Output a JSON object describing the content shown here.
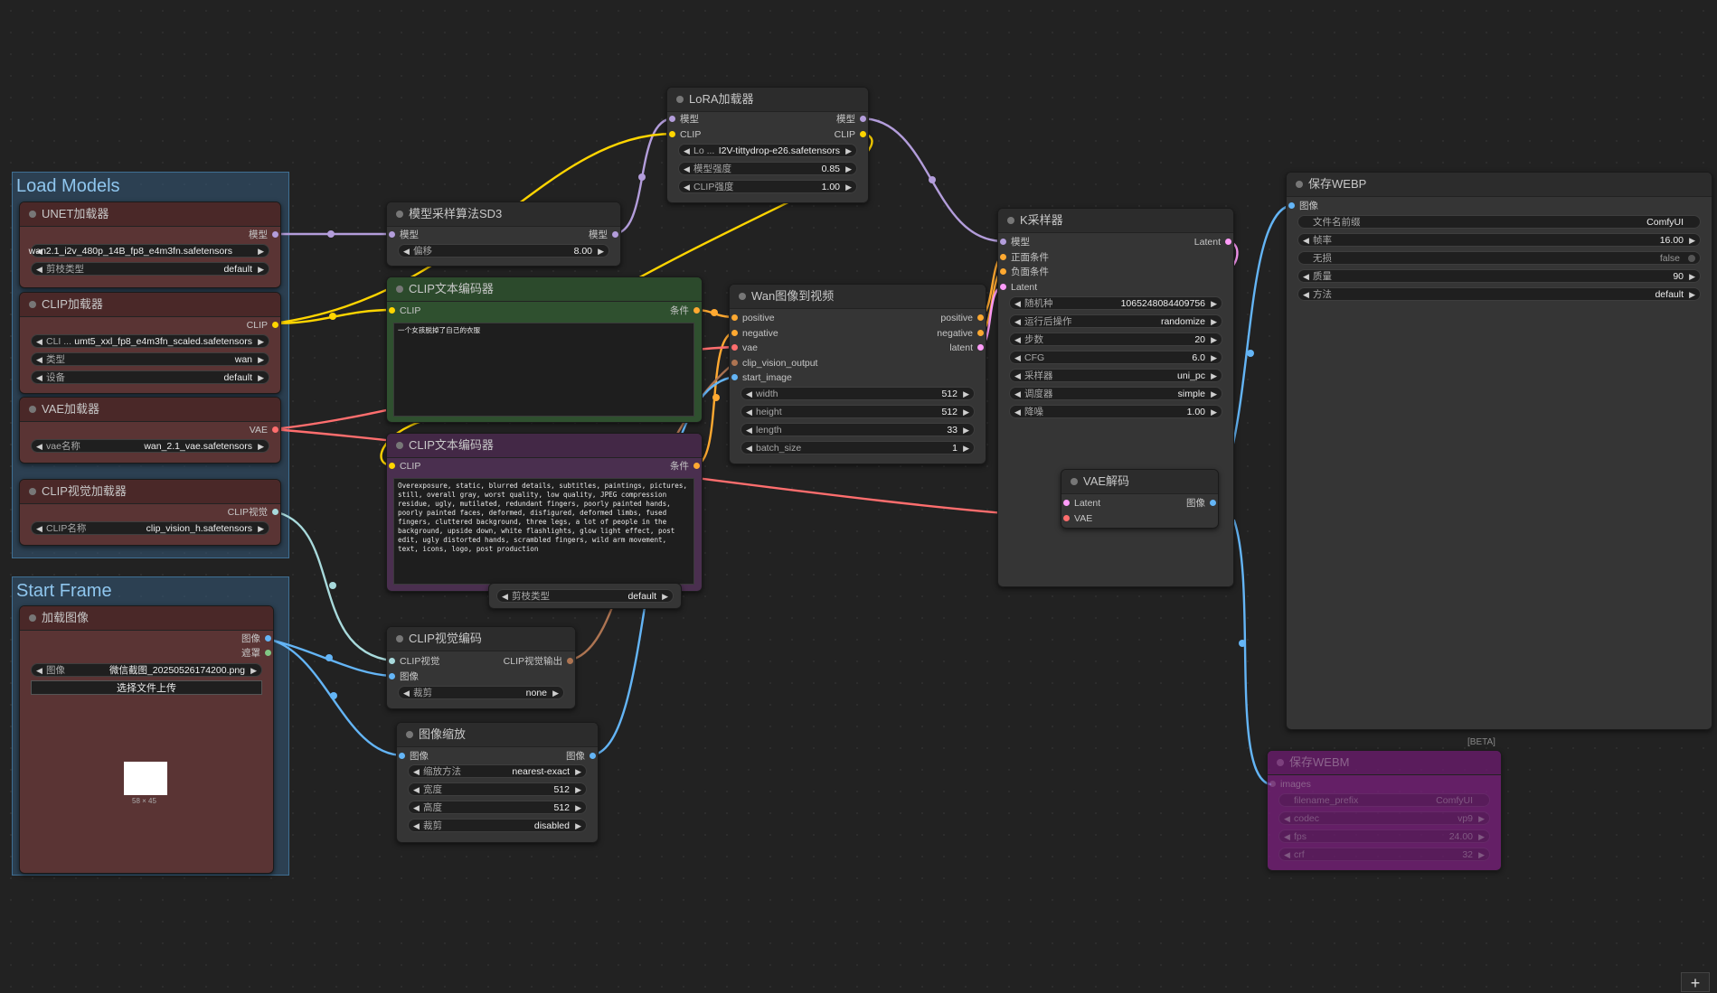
{
  "groups": {
    "load_models": {
      "title": "Load Models"
    },
    "start_frame": {
      "title": "Start Frame"
    }
  },
  "nodes": {
    "unet": {
      "title": "UNET加载器",
      "out_model": "模型",
      "w_unet_name": {
        "value": "wan2.1_i2v_480p_14B_fp8_e4m3fn.safetensors"
      },
      "w_weight_dtype": {
        "label": "剪枝类型",
        "value": "default"
      }
    },
    "clip_loader": {
      "title": "CLIP加载器",
      "out_clip": "CLIP",
      "w_clip_name": {
        "label": "CLI ...",
        "value": "umt5_xxl_fp8_e4m3fn_scaled.safetensors"
      },
      "w_type": {
        "label": "类型",
        "value": "wan"
      },
      "w_device": {
        "label": "设备",
        "value": "default"
      }
    },
    "vae_loader": {
      "title": "VAE加载器",
      "out_vae": "VAE",
      "w_vae_name": {
        "label": "vae名称",
        "value": "wan_2.1_vae.safetensors"
      }
    },
    "clip_vision_loader": {
      "title": "CLIP视觉加载器",
      "out_clip_vision": "CLIP视觉",
      "w_clip_name": {
        "label": "CLIP名称",
        "value": "clip_vision_h.safetensors"
      }
    },
    "load_image": {
      "title": "加载图像",
      "out_image": "图像",
      "out_mask": "遮罩",
      "w_image": {
        "label": "图像",
        "value": "微信截图_20250526174200.png"
      },
      "upload_button": "选择文件上传",
      "preview_size": "58 × 45"
    },
    "model_sampling": {
      "title": "模型采样算法SD3",
      "in_model": "模型",
      "out_model": "模型",
      "w_shift": {
        "label": "偏移",
        "value": "8.00"
      }
    },
    "lora": {
      "title": "LoRA加载器",
      "in_model": "模型",
      "in_clip": "CLIP",
      "out_model": "模型",
      "out_clip": "CLIP",
      "w_lora_name": {
        "label": "Lo ...",
        "value": "I2V-tittydrop-e26.safetensors"
      },
      "w_strength_model": {
        "label": "模型强度",
        "value": "0.85"
      },
      "w_strength_clip": {
        "label": "CLIP强度",
        "value": "1.00"
      }
    },
    "clip_text_pos": {
      "title": "CLIP文本编码器",
      "in_clip": "CLIP",
      "out_cond": "条件",
      "text": "一个女孩脱掉了自己的衣服"
    },
    "clip_text_neg": {
      "title": "CLIP文本编码器",
      "in_clip": "CLIP",
      "out_cond": "条件",
      "text": "Overexposure, static, blurred details, subtitles, paintings, pictures, still, overall gray, worst quality, low quality, JPEG compression residue, ugly, mutilated, redundant fingers, poorly painted hands, poorly painted faces, deformed, disfigured, deformed limbs, fused fingers, cluttered background, three legs, a lot of people in the background, upside down, white flashlights, glow light effect, post edit, ugly distorted hands, scrambled fingers, wild arm movement, text, icons, logo, post production"
    },
    "prune_widget": {
      "label": "剪枝类型",
      "value": "default"
    },
    "wan_i2v": {
      "title": "Wan图像到视频",
      "in_positive": "positive",
      "in_negative": "negative",
      "in_vae": "vae",
      "in_clip_vision_output": "clip_vision_output",
      "in_start_image": "start_image",
      "out_positive": "positive",
      "out_negative": "negative",
      "out_latent": "latent",
      "w_width": {
        "label": "width",
        "value": "512"
      },
      "w_height": {
        "label": "height",
        "value": "512"
      },
      "w_length": {
        "label": "length",
        "value": "33"
      },
      "w_batch_size": {
        "label": "batch_size",
        "value": "1"
      }
    },
    "clip_vision_encode": {
      "title": "CLIP视觉编码",
      "in_clip_vision": "CLIP视觉",
      "in_image": "图像",
      "out_output": "CLIP视觉输出",
      "w_crop": {
        "label": "裁剪",
        "value": "none"
      }
    },
    "image_scale": {
      "title": "图像缩放",
      "in_image": "图像",
      "out_image": "图像",
      "w_method": {
        "label": "缩放方法",
        "value": "nearest-exact"
      },
      "w_width": {
        "label": "宽度",
        "value": "512"
      },
      "w_height": {
        "label": "高度",
        "value": "512"
      },
      "w_crop": {
        "label": "裁剪",
        "value": "disabled"
      }
    },
    "ksampler": {
      "title": "K采样器",
      "in_model": "模型",
      "in_positive": "正面条件",
      "in_negative": "负面条件",
      "in_latent": "Latent",
      "out_latent": "Latent",
      "w_seed": {
        "label": "随机种",
        "value": "1065248084409756"
      },
      "w_control": {
        "label": "运行后操作",
        "value": "randomize"
      },
      "w_steps": {
        "label": "步数",
        "value": "20"
      },
      "w_cfg": {
        "label": "CFG",
        "value": "6.0"
      },
      "w_sampler": {
        "label": "采样器",
        "value": "uni_pc"
      },
      "w_scheduler": {
        "label": "调度器",
        "value": "simple"
      },
      "w_denoise": {
        "label": "降噪",
        "value": "1.00"
      }
    },
    "vae_decode": {
      "title": "VAE解码",
      "in_latent": "Latent",
      "in_vae": "VAE",
      "out_image": "图像"
    },
    "save_webp": {
      "title": "保存WEBP",
      "in_images": "图像",
      "w_prefix": {
        "label": "文件名前缀",
        "value": "ComfyUI"
      },
      "w_fps": {
        "label": "帧率",
        "value": "16.00"
      },
      "w_lossless": {
        "label": "无损",
        "value": "false"
      },
      "w_quality": {
        "label": "质量",
        "value": "90"
      },
      "w_method": {
        "label": "方法",
        "value": "default"
      }
    },
    "save_webm": {
      "title": "保存WEBM",
      "beta": "[BETA]",
      "in_images": "images",
      "w_prefix": {
        "label": "filename_prefix",
        "value": "ComfyUI"
      },
      "w_codec": {
        "label": "codec",
        "value": "vp9"
      },
      "w_fps": {
        "label": "fps",
        "value": "24.00"
      },
      "w_crf": {
        "label": "crf",
        "value": "32"
      }
    }
  },
  "ui": {
    "add_button": "+"
  },
  "colors": {
    "model": "#b39ddb",
    "clip": "#ffd500",
    "vae": "#ff6e6e",
    "clip_vision": "#a8dadc",
    "image": "#64b5f6",
    "mask": "#81c784",
    "conditioning": "#ffa931",
    "latent": "#ff9cf9",
    "clip_vision_output": "#ad7452"
  }
}
